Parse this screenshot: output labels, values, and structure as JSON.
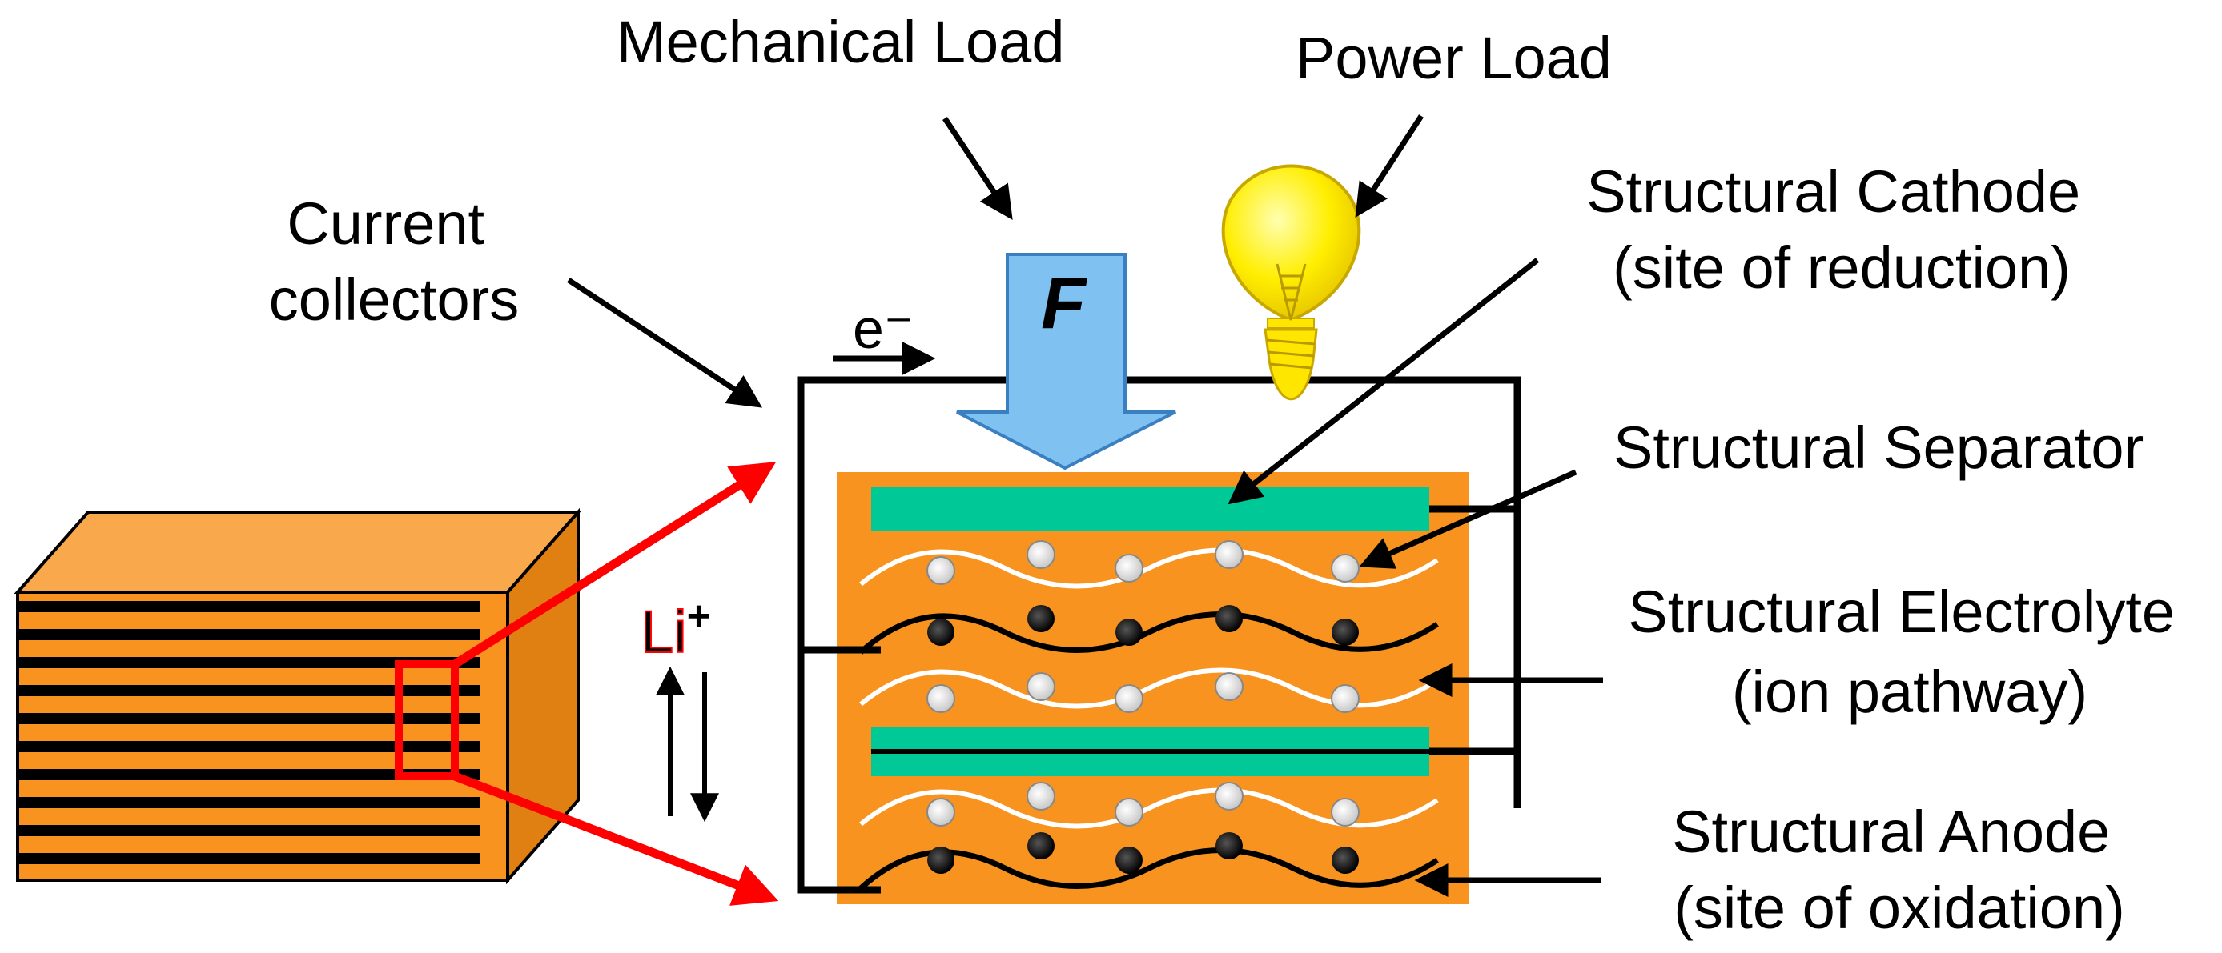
{
  "labels": {
    "mechanical_load": "Mechanical Load",
    "power_load": "Power Load",
    "current_collectors_line1": "Current",
    "current_collectors_line2": "collectors",
    "cathode_line1": "Structural Cathode",
    "cathode_line2": "(site of reduction)",
    "separator": "Structural Separator",
    "electrolyte_line1": "Structural Electrolyte",
    "electrolyte_line2": "(ion pathway)",
    "anode_line1": "Structural Anode",
    "anode_line2": "(site of oxidation)",
    "force_symbol": "F",
    "electron_symbol": "e⁻",
    "lithium_ion": "Li",
    "lithium_charge": "+"
  },
  "colors": {
    "battery_orange": "#F7931E",
    "block_top": "#F9A94B",
    "block_side": "#E07F12",
    "separator_green": "#00C896",
    "force_arrow_blue": "#7FC2F2",
    "bulb_yellow": "#FFEE00",
    "zoom_red": "#FF0000",
    "ion_white": "#FFFFFF",
    "ion_black": "#000000"
  },
  "icons": {
    "force_arrow": "down-arrow-icon",
    "power_load": "light-bulb-icon"
  }
}
